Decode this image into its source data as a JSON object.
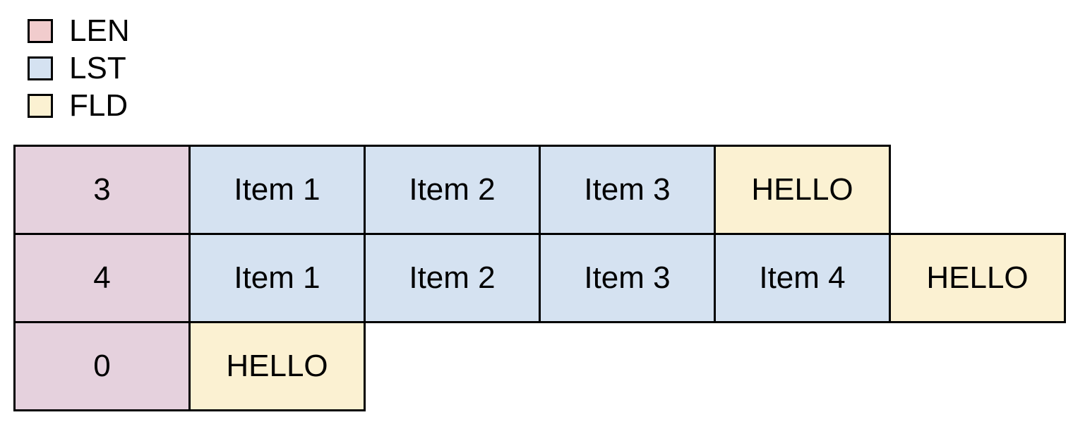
{
  "legend": {
    "items": [
      {
        "label": "LEN",
        "color": "#f1cccd"
      },
      {
        "label": "LST",
        "color": "#d5e2f1"
      },
      {
        "label": "FLD",
        "color": "#fbf1d2"
      }
    ]
  },
  "table": {
    "cell_colors": {
      "LEN": "#e5d1dd",
      "LST": "#d5e2f1",
      "FLD": "#fbf1d2",
      "border": "#000000"
    },
    "rows": [
      {
        "cells": [
          {
            "type": "LEN",
            "label": "3"
          },
          {
            "type": "LST",
            "label": "Item 1"
          },
          {
            "type": "LST",
            "label": "Item 2"
          },
          {
            "type": "LST",
            "label": "Item 3"
          },
          {
            "type": "FLD",
            "label": "HELLO"
          }
        ]
      },
      {
        "cells": [
          {
            "type": "LEN",
            "label": "4"
          },
          {
            "type": "LST",
            "label": "Item 1"
          },
          {
            "type": "LST",
            "label": "Item 2"
          },
          {
            "type": "LST",
            "label": "Item 3"
          },
          {
            "type": "LST",
            "label": "Item 4"
          },
          {
            "type": "FLD",
            "label": "HELLO"
          }
        ]
      },
      {
        "cells": [
          {
            "type": "LEN",
            "label": "0"
          },
          {
            "type": "FLD",
            "label": "HELLO"
          }
        ]
      }
    ]
  }
}
